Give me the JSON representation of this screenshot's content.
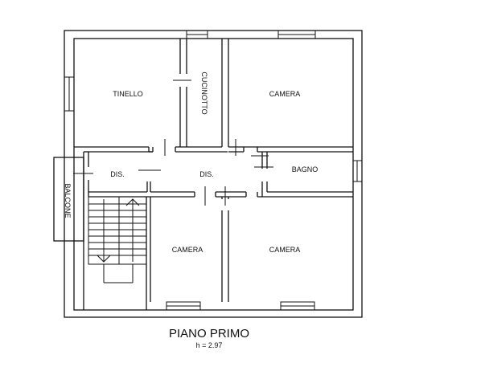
{
  "rooms": {
    "tinello": "TINELLO",
    "cucinotto": "CUCINOTTO",
    "camera_top": "CAMERA",
    "dis_left": "DIS.",
    "dis_center": "DIS.",
    "bagno": "BAGNO",
    "balcone": "BALCONE",
    "camera_bottom_left": "CAMERA",
    "camera_bottom_right": "CAMERA"
  },
  "title": {
    "main": "PIANO PRIMO",
    "height": "h = 2.97"
  }
}
